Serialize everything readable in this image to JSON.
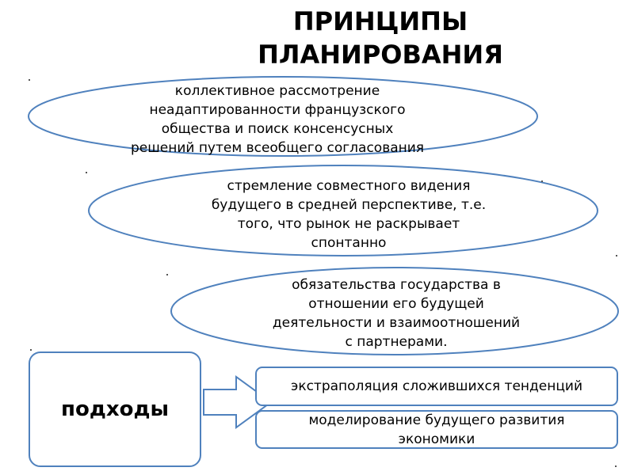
{
  "title": {
    "line1": "ПРИНЦИПЫ",
    "line2": "ПЛАНИРОВАНИЯ"
  },
  "principles": [
    {
      "lines": [
        "коллективное рассмотрение",
        "неадаптированности французского",
        "общества и поиск консенсусных",
        "решений путем всеобщего согласования"
      ]
    },
    {
      "lines": [
        "стремление совместного видения",
        "будущего в средней перспективе, т.е.",
        "того, что рынок не раскрывает",
        "спонтанно"
      ]
    },
    {
      "lines": [
        "обязательства государства в",
        "отношении его будущей",
        "деятельности и взаимоотношений",
        "с партнерами."
      ]
    }
  ],
  "approaches": {
    "label": "подходы",
    "items": [
      {
        "lines": [
          "экстраполяция сложившихся тенденций"
        ]
      },
      {
        "lines": [
          "моделирование будущего развития",
          "экономики"
        ]
      }
    ]
  },
  "colors": {
    "outline": "#4f81bd",
    "text": "#000000",
    "background": "#ffffff"
  }
}
